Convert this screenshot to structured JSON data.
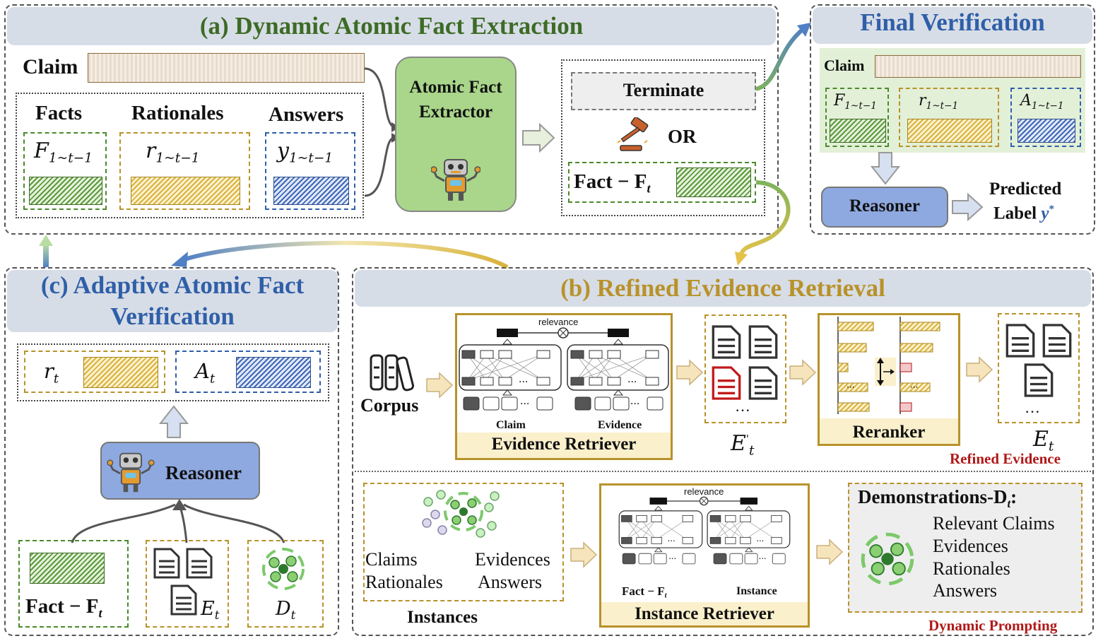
{
  "panel_a": {
    "title": "(a) Dynamic Atomic Fact Extraction",
    "claim_label": "Claim",
    "facts_label": "Facts",
    "rationales_label": "Rationales",
    "answers_label": "Answers",
    "facts_math": "F",
    "facts_sub": "1~t−1",
    "rationales_math": "r",
    "rationales_sub": "1~t−1",
    "answers_math": "y",
    "answers_sub": "1~t−1",
    "extractor_label": "Atomic Fact Extractor",
    "terminate_label": "Terminate",
    "or_label": "OR",
    "fact_label": "Fact − F",
    "fact_sub": "t"
  },
  "final": {
    "title": "Final  Verification",
    "claim_label": "Claim",
    "f_math": "F",
    "f_sub": "1~t−1",
    "r_math": "r",
    "r_sub": "1~t−1",
    "a_math": "A",
    "a_sub": "1~t−1",
    "reasoner_label": "Reasoner",
    "predicted_line1": "Predicted",
    "predicted_line2": "Label",
    "predicted_sym": "y",
    "predicted_sup": "*"
  },
  "panel_c": {
    "title_line1": "(c) Adaptive Atomic Fact",
    "title_line2": "Verification",
    "rt_math": "r",
    "rt_sub": "t",
    "at_math": "A",
    "at_sub": "t",
    "reasoner_label": "Reasoner",
    "fact_label": "Fact − F",
    "fact_sub": "t",
    "et_math": "E",
    "et_sub": "t",
    "dt_math": "D",
    "dt_sub": "t"
  },
  "panel_b": {
    "title": "(b) Refined Evidence Retrieval",
    "corpus_label": "Corpus",
    "relevance_label": "relevance",
    "claim_small": "Claim",
    "evidence_small": "Evidence",
    "ellipsis": "···",
    "evidence_retriever_label": "Evidence Retriever",
    "eprime_math": "E",
    "eprime_sup": "'",
    "eprime_sub": "t",
    "reranker_label": "Reranker",
    "et_math": "E",
    "et_sub": "t",
    "refined_evidence_label": "Refined Evidence",
    "claims_label": "Claims",
    "rationales_label": "Rationales",
    "evidences_label": "Evidences",
    "answers_label": "Answers",
    "instances_label": "Instances",
    "fact_small": "Fact − F",
    "fact_small_sub": "t",
    "instance_small": "Instance",
    "instance_retriever_label": "Instance Retriever",
    "demonstrations_label": "Demonstrations-D",
    "demonstrations_sub": "t",
    "demo_items": [
      "Relevant Claims",
      "Evidences",
      "Rationales",
      "Answers"
    ],
    "dynamic_prompting_label": "Dynamic Prompting"
  },
  "colors": {
    "header_bg": "#d7dde7",
    "title_green": "#3d6b25",
    "title_blue": "#2f5fa8",
    "title_gold": "#b8922a",
    "extractor_bg": "#a9d68a",
    "reasoner_bg": "#8ea9e0",
    "accent_red": "#b01818"
  }
}
